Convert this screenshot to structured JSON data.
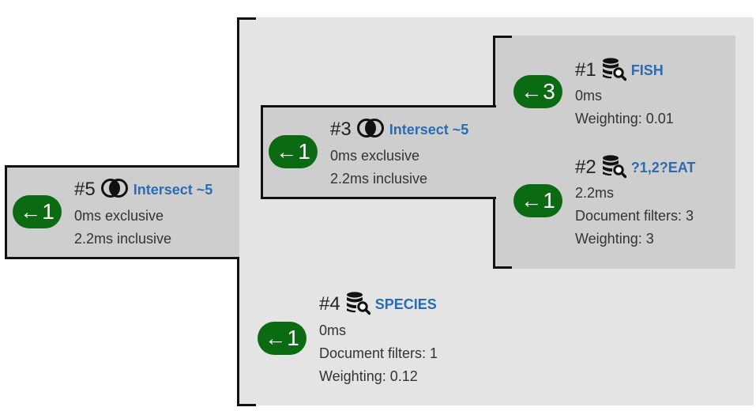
{
  "nodes": {
    "n5": {
      "id": "#5",
      "icon": "intersect-icon",
      "label": "Intersect ~5",
      "pill": {
        "arrow": "←",
        "count": "1"
      },
      "stats": [
        "0ms exclusive",
        "2.2ms inclusive"
      ]
    },
    "n3": {
      "id": "#3",
      "icon": "intersect-icon",
      "label": "Intersect ~5",
      "pill": {
        "arrow": "←",
        "count": "1"
      },
      "stats": [
        "0ms exclusive",
        "2.2ms inclusive"
      ]
    },
    "n1": {
      "id": "#1",
      "icon": "database-search-icon",
      "label": "FISH",
      "pill": {
        "arrow": "←",
        "count": "3"
      },
      "stats": [
        "0ms",
        "Weighting: 0.01"
      ]
    },
    "n2": {
      "id": "#2",
      "icon": "database-search-icon",
      "label": "?1,2?EAT",
      "pill": {
        "arrow": "←",
        "count": "1"
      },
      "stats": [
        "2.2ms",
        "Document filters: 3",
        "Weighting: 3"
      ]
    },
    "n4": {
      "id": "#4",
      "icon": "database-search-icon",
      "label": "SPECIES",
      "pill": {
        "arrow": "←",
        "count": "1"
      },
      "stats": [
        "0ms",
        "Document filters: 1",
        "Weighting: 0.12"
      ]
    }
  },
  "colors": {
    "pill": "#0b6b12",
    "link": "#2b6cb0",
    "panel_outer": "#e4e4e4",
    "panel_inner": "#cecece"
  }
}
